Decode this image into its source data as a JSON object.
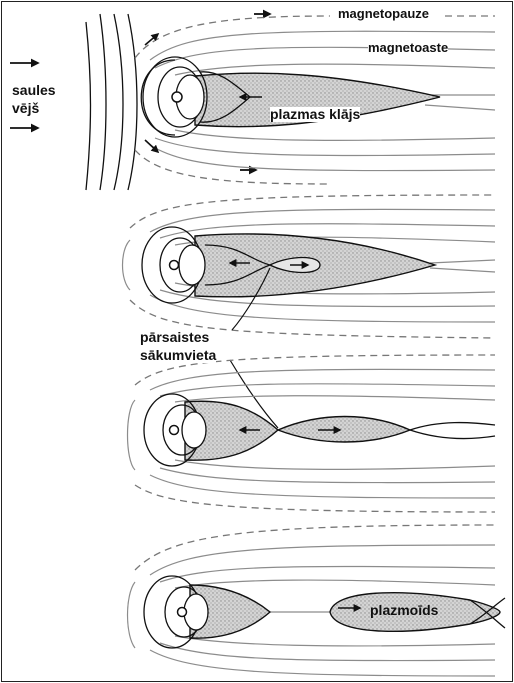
{
  "labels": {
    "magnetopause": "magnetopauze",
    "magnetotail": "magnetoaste",
    "solar_wind_line1": "saules",
    "solar_wind_line2": "vējš",
    "plasma_sheet": "plazmas klājs",
    "reconnection_line1": "pārsaistes",
    "reconnection_line2": "sākumvieta",
    "plasmoid": "plazmoīds"
  },
  "colors": {
    "line_dark": "#111111",
    "line_grey": "#8c8c8c",
    "plasma_fill": "#cfcfcf",
    "background": "#ffffff"
  },
  "icons": [
    "earth-icon",
    "arrow-right-icon"
  ]
}
